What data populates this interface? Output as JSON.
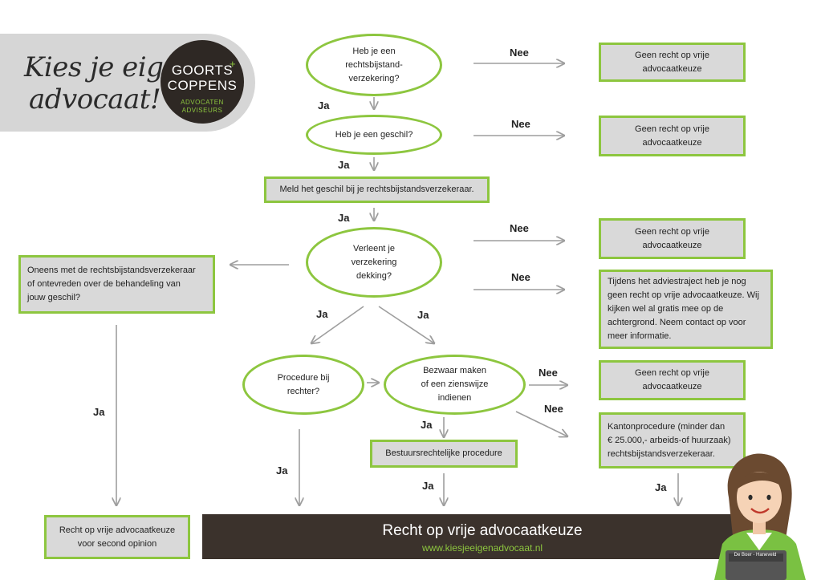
{
  "branding": {
    "script_line1": "Kies je eigen",
    "script_line2": "advocaat!",
    "logo_line1": "GOORTS",
    "logo_plus": "+",
    "logo_line2": "COPPENS",
    "logo_sub1": "ADVOCATEN",
    "logo_sub2": "ADVISEURS"
  },
  "nodes": {
    "q1": [
      "Heb je een",
      "rechtsbijstand-",
      "verzekering?"
    ],
    "q2": [
      "Heb je een geschil?"
    ],
    "meld": [
      "Meld het geschil bij je rechtsbijstandsverzekeraar."
    ],
    "q3": [
      "Verleent je",
      "verzekering",
      "dekking?"
    ],
    "oneens": [
      "Oneens met de rechtsbijstandsverzekeraar",
      "of ontevreden over de behandeling van",
      "jouw geschil?"
    ],
    "procedure": [
      "Procedure bij",
      "rechter?"
    ],
    "bezwaar": [
      "Bezwaar maken",
      "of een zienswijze",
      "indienen"
    ],
    "bestuur": [
      "Bestuursrechtelijke procedure"
    ],
    "geen1": [
      "Geen recht op vrije",
      "advocaatkeuze"
    ],
    "geen2": [
      "Geen recht op vrije",
      "advocaatkeuze"
    ],
    "geen3": [
      "Geen recht op vrije",
      "advocaatkeuze"
    ],
    "advies": [
      "Tijdens het adviestraject heb je nog",
      "geen recht op vrije advocaatkeuze. Wij",
      "kijken wel al gratis mee op de",
      "achtergrond. Neem contact op voor",
      "meer informatie."
    ],
    "geen4": [
      "Geen recht op vrije",
      "advocaatkeuze"
    ],
    "kanton": [
      "Kantonprocedure (minder dan",
      "€ 25.000,- arbeids-of huurzaak)",
      "rechtsbijstandsverzekeraar."
    ],
    "second": [
      "Recht op vrije advocaatkeuze",
      "voor second opinion"
    ]
  },
  "labels": {
    "nee1": "Nee",
    "ja1": "Ja",
    "nee2": "Nee",
    "ja2": "Ja",
    "ja3": "Ja",
    "nee3": "Nee",
    "nee4": "Nee",
    "ja4": "Ja",
    "ja5": "Ja",
    "ja6": "Ja",
    "nee5": "Nee",
    "nee6": "Nee",
    "ja7": "Ja",
    "ja8": "Ja",
    "ja9": "Ja",
    "ja10": "Ja"
  },
  "footer": {
    "title": "Recht op vrije advocaatkeuze",
    "url": "www.kiesjeeigenadvocaat.nl"
  },
  "illustration": {
    "nameplate": "De Boer - Haneveld"
  },
  "colors": {
    "accent": "#8dc63f",
    "box_fill": "#d9d9d9",
    "arrow": "#9e9e9e",
    "footer_bg": "#3b322c"
  }
}
